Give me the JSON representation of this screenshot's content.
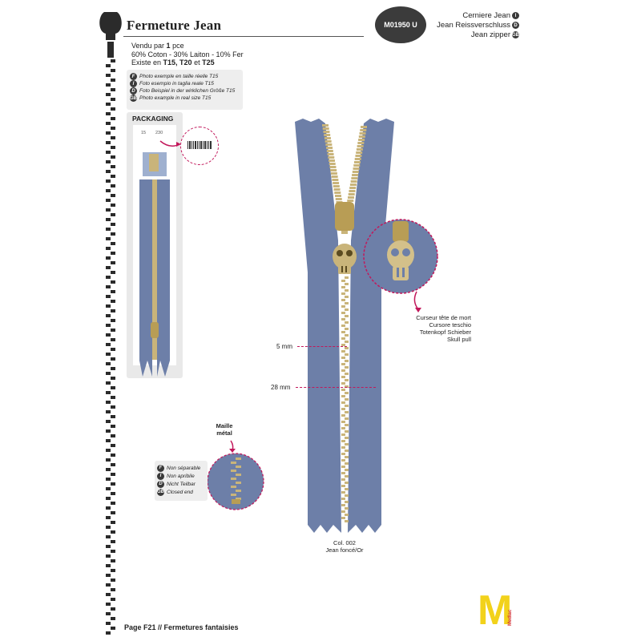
{
  "header": {
    "title": "Fermeture Jean",
    "product_code": "M01950 U",
    "info_line1_prefix": "Vendu par ",
    "info_line1_bold": "1",
    "info_line1_suffix": " pce",
    "info_line2": "60% Coton - 30% Laiton - 10% Fer",
    "info_line3_prefix": "Existe en ",
    "info_line3_bold": "T15, T20",
    "info_line3_mid": " et ",
    "info_line3_bold2": "T25"
  },
  "translations": [
    {
      "text": "Cerniere Jean",
      "flag": "I"
    },
    {
      "text": "Jean Reissverschluss",
      "flag": "D"
    },
    {
      "text": "Jean zipper",
      "flag": "GB"
    }
  ],
  "photo_notes": [
    {
      "flag": "F",
      "text": "Photo exemple en taille réelle T15"
    },
    {
      "flag": "I",
      "text": "Foto esempio in taglia reale T15"
    },
    {
      "flag": "D",
      "text": "Foto Beispiel in der wirklichen Größe T15"
    },
    {
      "flag": "GB",
      "text": "Photo example in real size T15"
    }
  ],
  "packaging": {
    "title": "PACKAGING",
    "num_left": "15",
    "num_right": "230"
  },
  "slider_callout": [
    "Curseur tête de mort",
    "Cursore teschio",
    "Totenkopf Schieber",
    "Skull pull"
  ],
  "measures": {
    "teeth": "5 mm",
    "tape": "28 mm"
  },
  "color_label": [
    "Col. 002",
    "Jean foncé/Or"
  ],
  "mesh_callout": [
    "Maille",
    "métal"
  ],
  "closed_notes": [
    {
      "flag": "F",
      "text": "Non séparable"
    },
    {
      "flag": "I",
      "text": "Non apribile"
    },
    {
      "flag": "D",
      "text": "Nicht Teilbar"
    },
    {
      "flag": "GB",
      "text": "Closed end"
    }
  ],
  "footer": "Page F21 // Fermetures fantaisies",
  "logo": {
    "letter": "M",
    "word": "Mediac"
  },
  "colors": {
    "denim": "#6d7fa8",
    "gold": "#c9b47a",
    "accent": "#c2185b",
    "logo": "#f2d21b"
  }
}
